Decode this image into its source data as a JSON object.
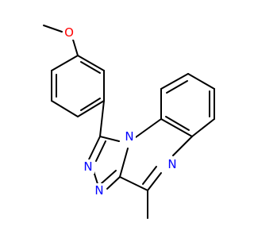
{
  "molecule": {
    "atoms": {
      "methoxy_o": "O",
      "n_triazole_1": "N",
      "n_triazole_2": "N",
      "n_bridge": "N",
      "n_quinoxaline": "N"
    }
  },
  "colors": {
    "bond": "#000000",
    "oxygen": "#ff0000",
    "nitrogen": "#0000ff",
    "background": "#ffffff"
  }
}
